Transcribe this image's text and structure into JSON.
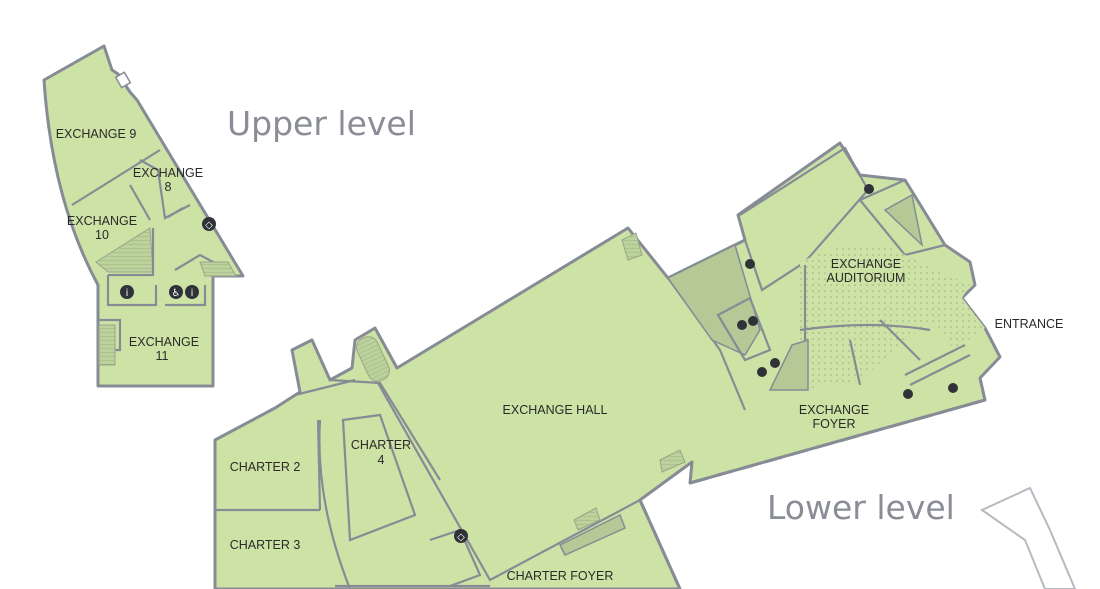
{
  "levels": {
    "upper": "Upper level",
    "lower": "Lower level"
  },
  "rooms": {
    "exchange9": "EXCHANGE 9",
    "exchange8": [
      "EXCHANGE",
      "8"
    ],
    "exchange10": [
      "EXCHANGE",
      "10"
    ],
    "exchange11": [
      "EXCHANGE",
      "11"
    ],
    "exchange_hall": "EXCHANGE HALL",
    "exchange_auditorium": [
      "EXCHANGE",
      "AUDITORIUM"
    ],
    "exchange_foyer": [
      "EXCHANGE",
      "FOYER"
    ],
    "entrance": "ENTRANCE",
    "charter2": "CHARTER 2",
    "charter3": "CHARTER 3",
    "charter4": [
      "CHARTER",
      "4"
    ],
    "charter_foyer": "CHARTER FOYER"
  },
  "icons": [
    "lift-icon",
    "toilet-icon",
    "accessible-toilet-icon",
    "cloakroom-icon",
    "info-icon"
  ],
  "colors": {
    "floor": "#cde3a5",
    "wall": "#868b95",
    "icon": "#2f3338",
    "level_text": "#8a8d96"
  }
}
